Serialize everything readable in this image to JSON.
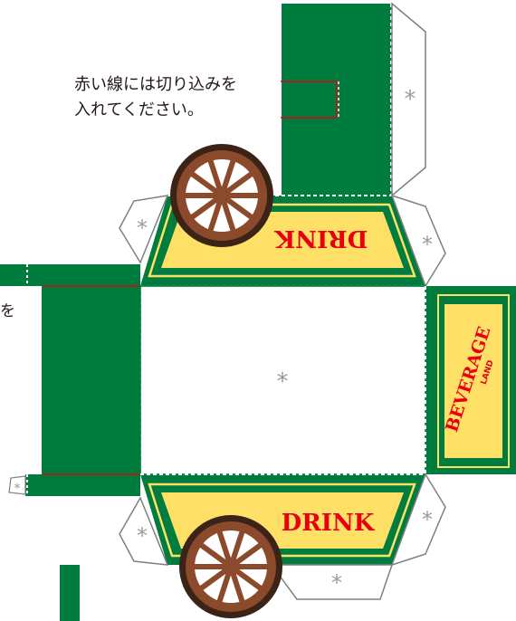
{
  "instructions": {
    "line1": "赤い線には切り込みを",
    "line2": "入れてください。",
    "clipped_fragment": "を"
  },
  "labels": {
    "drink_top": "DRINK",
    "drink_bottom": "DRINK",
    "brand_line1": "BEVERAGE",
    "brand_line2": "LAND",
    "glue_mark": "*"
  },
  "colors": {
    "cart_green": "#007d3e",
    "panel_yellow": "#ffe066",
    "lettering_red": "#e60012",
    "wheel_brown": "#8b4a2b",
    "wheel_rim": "#3b2417",
    "cut_line": "#e60012",
    "fold_line": "#ffffff",
    "outline_gray": "#808080",
    "glue_mark_gray": "#9a9a9a"
  }
}
